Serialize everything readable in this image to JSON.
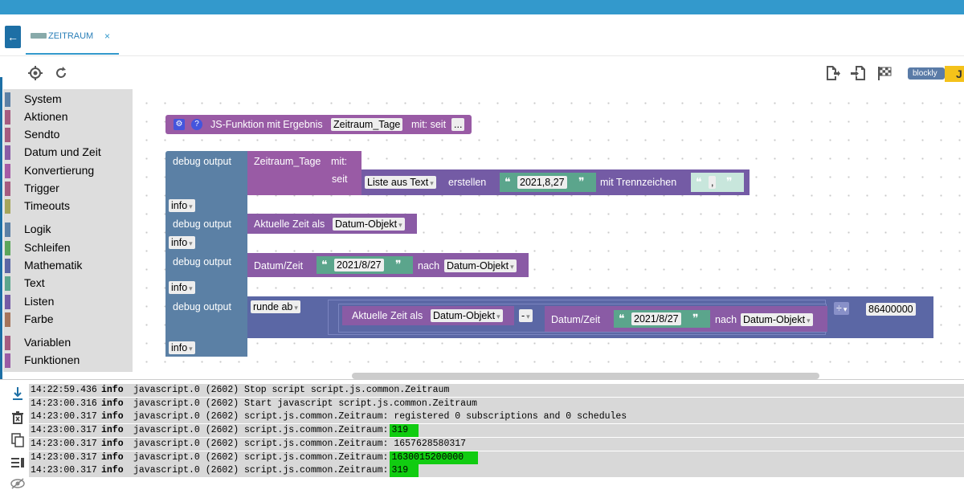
{
  "tab": {
    "label": "ZEITRAUM",
    "close": "×"
  },
  "toolbar": {
    "blockly": "blockly",
    "j": "J"
  },
  "categories": [
    {
      "label": "System",
      "color": "#5b80a5"
    },
    {
      "label": "Aktionen",
      "color": "#a55b80"
    },
    {
      "label": "Sendto",
      "color": "#a55b80"
    },
    {
      "label": "Datum und Zeit",
      "color": "#8a5ba5"
    },
    {
      "label": "Konvertierung",
      "color": "#a55ba5"
    },
    {
      "label": "Trigger",
      "color": "#a55b80"
    },
    {
      "label": "Timeouts",
      "color": "#a5a55b"
    },
    {
      "label": "Logik",
      "color": "#5b80a5"
    },
    {
      "label": "Schleifen",
      "color": "#5ba55b"
    },
    {
      "label": "Mathematik",
      "color": "#5b67a5"
    },
    {
      "label": "Text",
      "color": "#5ba58c"
    },
    {
      "label": "Listen",
      "color": "#745ba5"
    },
    {
      "label": "Farbe",
      "color": "#a5745b"
    },
    {
      "label": "Variablen",
      "color": "#a55b80"
    },
    {
      "label": "Funktionen",
      "color": "#995ba5"
    }
  ],
  "blocks": {
    "func_call": {
      "label": "JS-Funktion mit Ergebnis",
      "name": "Zeitraum_Tage",
      "mit": "mit: seit",
      "more": "..."
    },
    "debug1": {
      "label": "debug output",
      "level": "info",
      "fn": "Zeitraum_Tage",
      "mit": "mit:",
      "seit": "seit",
      "list": "Liste aus Text",
      "erstellen": "erstellen",
      "value": "2021,8,27",
      "sep_label": "mit Trennzeichen",
      "sep": ","
    },
    "debug2": {
      "label": "debug output",
      "level": "info",
      "text": "Aktuelle Zeit als",
      "type": "Datum-Objekt"
    },
    "debug3": {
      "label": "debug output",
      "level": "info",
      "datum": "Datum/Zeit",
      "value": "2021/8/27",
      "nach": "nach",
      "type": "Datum-Objekt"
    },
    "debug4": {
      "label": "debug output",
      "level": "info",
      "round": "runde ab",
      "now": "Aktuelle Zeit als",
      "now_type": "Datum-Objekt",
      "op": "-",
      "datum": "Datum/Zeit",
      "value": "2021/8/27",
      "nach": "nach",
      "type": "Datum-Objekt",
      "div": "÷",
      "divisor": "86400000"
    }
  },
  "dropdown_arrow": "▾",
  "quote_open": "❝",
  "quote_close": "❞",
  "log": [
    {
      "time": "14:22:59.436",
      "level": "info",
      "msg": "javascript.0 (2602) Stop script script.js.common.Zeitraum",
      "hl": ""
    },
    {
      "time": "14:23:00.316",
      "level": "info",
      "msg": "javascript.0 (2602) Start javascript script.js.common.Zeitraum",
      "hl": ""
    },
    {
      "time": "14:23:00.317",
      "level": "info",
      "msg": "javascript.0 (2602) script.js.common.Zeitraum: registered 0 subscriptions and 0 schedules",
      "hl": ""
    },
    {
      "time": "14:23:00.317",
      "level": "info",
      "msg": "javascript.0 (2602) script.js.common.Zeitraum:",
      "hl": "319"
    },
    {
      "time": "14:23:00.317",
      "level": "info",
      "msg": "javascript.0 (2602) script.js.common.Zeitraum: 1657628580317",
      "hl": ""
    },
    {
      "time": "14:23:00.317",
      "level": "info",
      "msg": "javascript.0 (2602) script.js.common.Zeitraum:",
      "hl": "1630015200000"
    },
    {
      "time": "14:23:00.317",
      "level": "info",
      "msg": "javascript.0 (2602) script.js.common.Zeitraum:",
      "hl": "319"
    }
  ]
}
